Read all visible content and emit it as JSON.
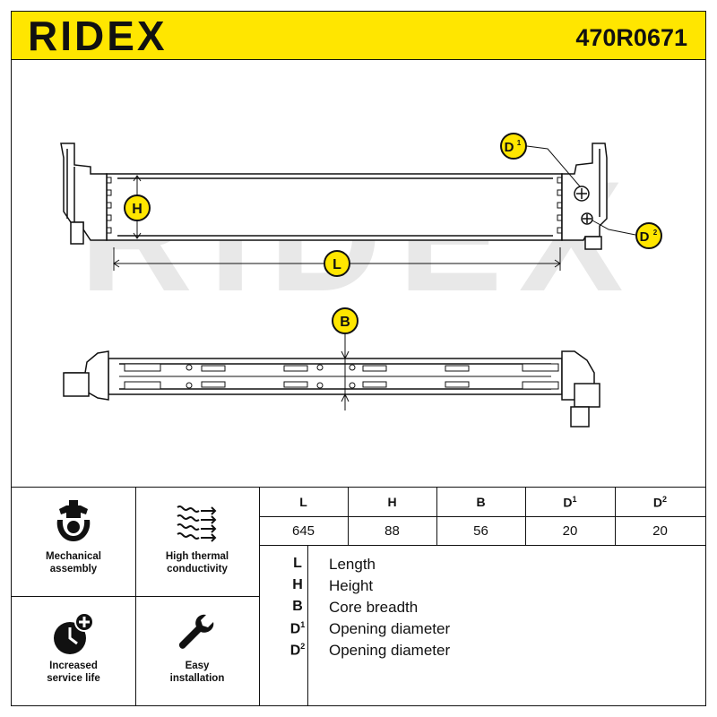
{
  "header": {
    "brand": "RIDEX",
    "part_number": "470R0671"
  },
  "drawing": {
    "watermark": "RIDEX",
    "callouts": {
      "L": "L",
      "H": "H",
      "B": "B",
      "D1": "D",
      "D1_sup": "1",
      "D2": "D",
      "D2_sup": "2"
    }
  },
  "features": [
    {
      "label_1": "Mechanical",
      "label_2": "assembly",
      "icon": "mechanical-assembly-icon"
    },
    {
      "label_1": "High thermal",
      "label_2": "conductivity",
      "icon": "heat-flow-icon"
    },
    {
      "label_1": "Increased",
      "label_2": "service life",
      "icon": "clock-plus-icon"
    },
    {
      "label_1": "Easy",
      "label_2": "installation",
      "icon": "wrench-icon"
    }
  ],
  "dimensions": {
    "headers": [
      {
        "key": "L",
        "sup": ""
      },
      {
        "key": "H",
        "sup": ""
      },
      {
        "key": "B",
        "sup": ""
      },
      {
        "key": "D",
        "sup": "1"
      },
      {
        "key": "D",
        "sup": "2"
      }
    ],
    "values": [
      "645",
      "88",
      "56",
      "20",
      "20"
    ]
  },
  "legend": [
    {
      "key": "L",
      "sup": "",
      "text": "Length"
    },
    {
      "key": "H",
      "sup": "",
      "text": "Height"
    },
    {
      "key": "B",
      "sup": "",
      "text": "Core breadth"
    },
    {
      "key": "D",
      "sup": "1",
      "text": "Opening diameter"
    },
    {
      "key": "D",
      "sup": "2",
      "text": "Opening diameter"
    }
  ],
  "colors": {
    "accent": "#ffe600",
    "ink": "#111111",
    "watermark": "#e6e6e6"
  }
}
